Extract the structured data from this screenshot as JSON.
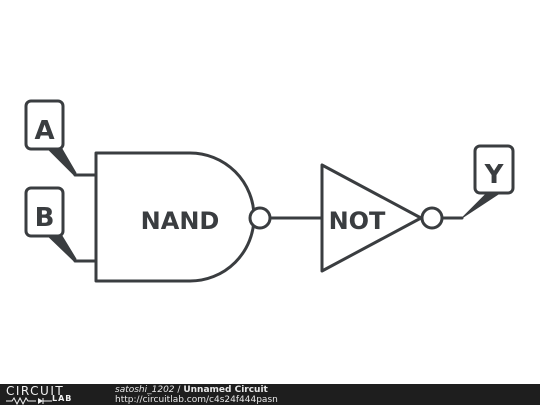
{
  "circuit": {
    "gate1_label": "NAND",
    "gate2_label": "NOT",
    "input_a": "A",
    "input_b": "B",
    "output_y": "Y",
    "stroke_color": "#3a3d40"
  },
  "footer": {
    "logo_top": "CIRCUIT",
    "logo_bottom": "LAB",
    "username": "satoshi_1202",
    "separator": "/",
    "circuit_title": "Unnamed Circuit",
    "url": "http://circuitlab.com/c4s24f444pasn"
  }
}
